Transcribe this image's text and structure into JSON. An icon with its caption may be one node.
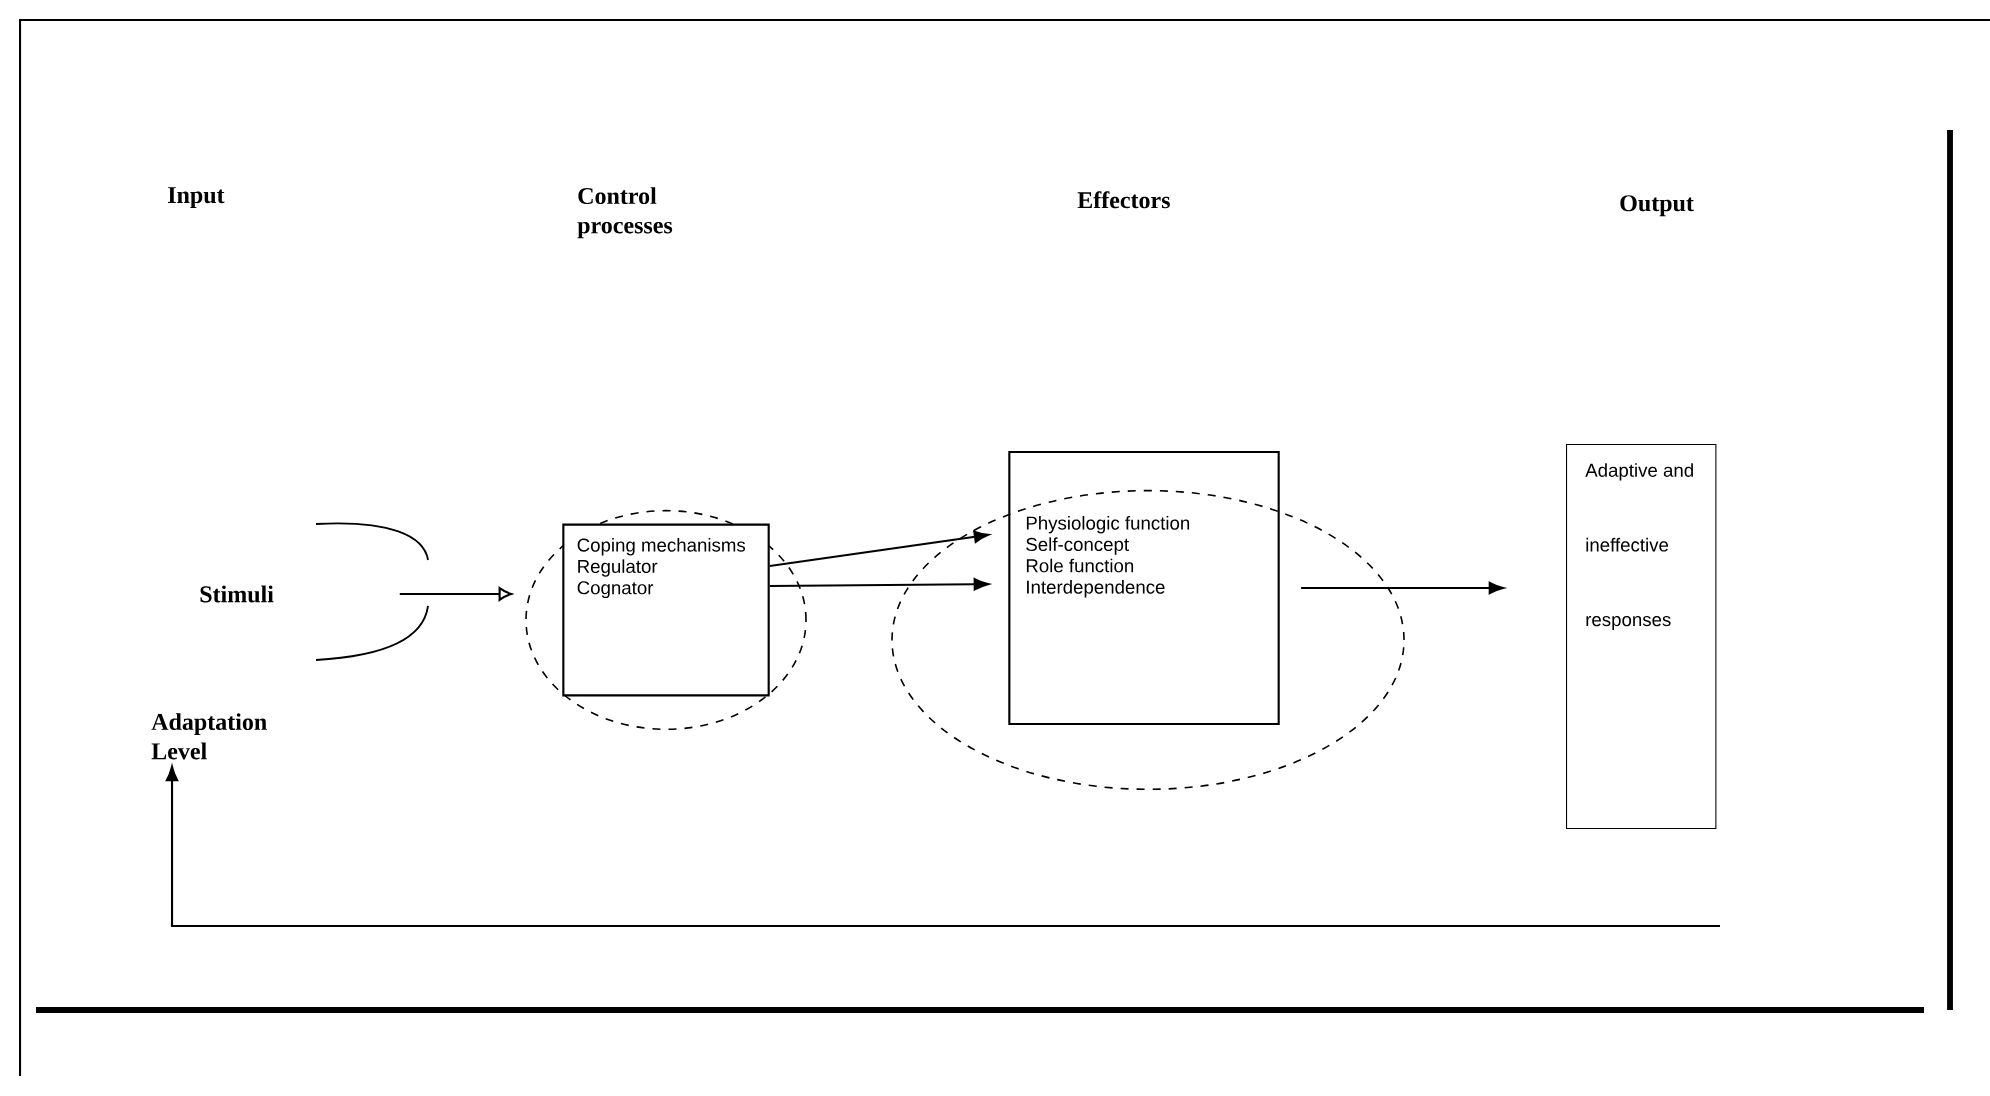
{
  "diagram": {
    "nodes": [
      {
        "text": [
          "Stimuli"
        ]
      },
      {
        "text": [
          "Adaptation Level"
        ]
      },
      {
        "text": [],
        "shape": "circle"
      },
      {
        "text": [
          "Coping mechanisms",
          "Regulator",
          "Cognator"
        ],
        "in": 2
      },
      {
        "text": [],
        "shape": "circle"
      },
      {
        "text": [
          "Physiologic function",
          "Self-concept",
          "Role function",
          "Interdependence"
        ],
        "in": 4
      },
      {
        "text": [
          "Adaptive and ineffective responses"
        ]
      }
    ],
    "edges": [
      {
        "from": 0,
        "to": 2,
        "arrow": "to"
      },
      {
        "from": 3,
        "to": 5,
        "arrow": "to"
      },
      {
        "from": 3,
        "to": 5,
        "arrow": "to"
      },
      {
        "from": 5,
        "to": 6,
        "arrow": "to"
      },
      {
        "from": null,
        "to": 1,
        "arrow": "to"
      }
    ],
    "labels": [
      "Input",
      "Control processes",
      "Effectors",
      "Output"
    ]
  }
}
